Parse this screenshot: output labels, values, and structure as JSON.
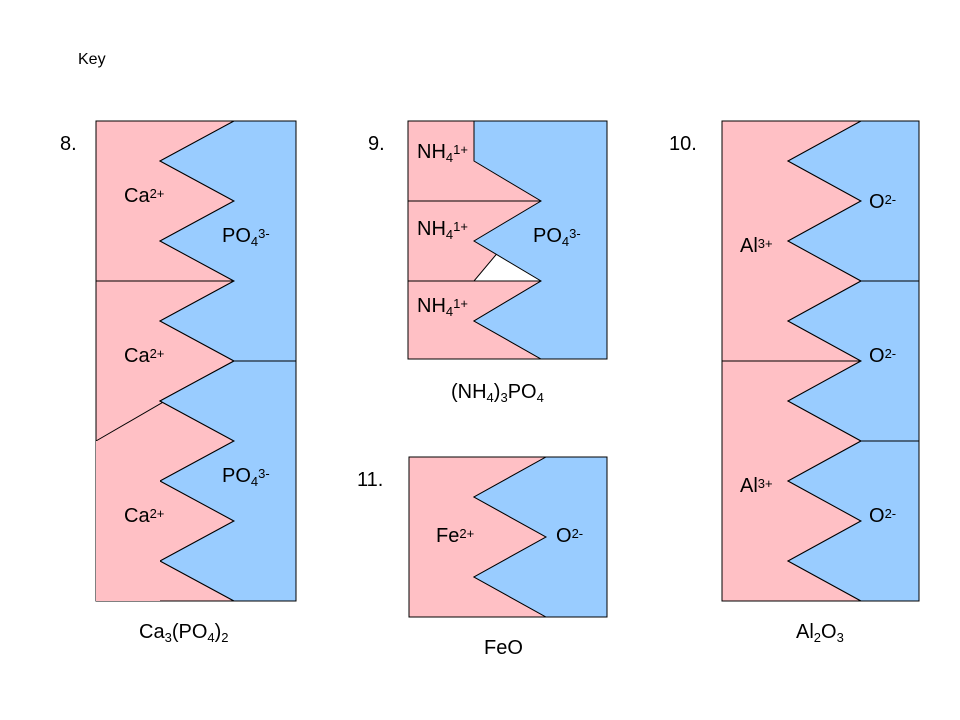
{
  "key_label": "Key",
  "colors": {
    "cation": "#FFC0C5",
    "anion": "#99CCFF",
    "outline": "#000000"
  },
  "problems": {
    "p8": {
      "number": "8.",
      "formula": {
        "parts": [
          "Ca",
          "3",
          "(PO",
          "4",
          ")",
          "2"
        ]
      },
      "cations": [
        {
          "symbol": "Ca",
          "charge": "2+"
        },
        {
          "symbol": "Ca",
          "charge": "2+"
        },
        {
          "symbol": "Ca",
          "charge": "2+"
        }
      ],
      "anions": [
        {
          "symbol": "PO",
          "sub": "4",
          "charge": "3-"
        },
        {
          "symbol": "PO",
          "sub": "4",
          "charge": "3-"
        }
      ]
    },
    "p9": {
      "number": "9.",
      "formula": {
        "parts": [
          "(NH",
          "4",
          ")",
          "3",
          "PO",
          "4"
        ]
      },
      "cations": [
        {
          "symbol": "NH",
          "sub": "4",
          "charge": "1+"
        },
        {
          "symbol": "NH",
          "sub": "4",
          "charge": "1+"
        },
        {
          "symbol": "NH",
          "sub": "4",
          "charge": "1+"
        }
      ],
      "anions": [
        {
          "symbol": "PO",
          "sub": "4",
          "charge": "3-"
        }
      ]
    },
    "p10": {
      "number": "10.",
      "formula": {
        "parts": [
          "Al",
          "2",
          "O",
          "3"
        ]
      },
      "cations": [
        {
          "symbol": "Al",
          "charge": "3+"
        },
        {
          "symbol": "Al",
          "charge": "3+"
        }
      ],
      "anions": [
        {
          "symbol": "O",
          "charge": "2-"
        },
        {
          "symbol": "O",
          "charge": "2-"
        },
        {
          "symbol": "O",
          "charge": "2-"
        }
      ]
    },
    "p11": {
      "number": "11.",
      "formula": {
        "parts": [
          "FeO"
        ]
      },
      "cations": [
        {
          "symbol": "Fe",
          "charge": "2+"
        }
      ],
      "anions": [
        {
          "symbol": "O",
          "charge": "2-"
        }
      ]
    }
  }
}
